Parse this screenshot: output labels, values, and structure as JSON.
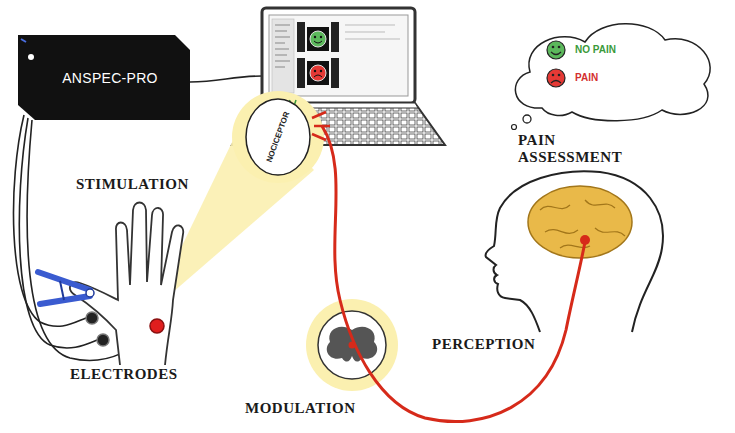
{
  "diagram": {
    "nodes": [
      {
        "text": [
          "ANSPEC-PRO"
        ]
      },
      {
        "text": [
          "NO PAIN",
          "PAIN",
          "PAIN ASSESSMENT"
        ]
      },
      {
        "text": [
          "NOCICEPTOR"
        ]
      }
    ],
    "labels": [
      "STIMULATION",
      "PERCEPTION",
      "ELECTRODES",
      "MODULATION"
    ]
  }
}
